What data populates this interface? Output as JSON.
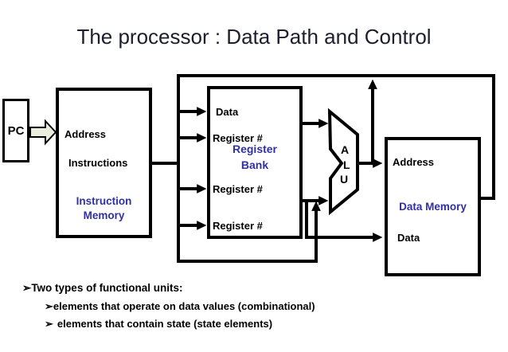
{
  "title": "The processor : Data Path and Control",
  "diagram": {
    "pc": {
      "label": "PC"
    },
    "instruction_memory": {
      "port_address": "Address",
      "port_instructions": "Instructions",
      "name_line1": "Instruction",
      "name_line2": "Memory"
    },
    "register_bank": {
      "port_data": "Data",
      "port_register1": "Register #",
      "name_line1": "Register",
      "name_line2": "Bank",
      "port_register2": "Register #",
      "port_register3": "Register #"
    },
    "alu": {
      "letters": [
        "A",
        "L",
        "U"
      ]
    },
    "data_memory": {
      "port_address": "Address",
      "name": "Data Memory",
      "port_data": "Data"
    }
  },
  "notes": {
    "line1": {
      "bullet": "➢",
      "text": "Two types of functional units:"
    },
    "line2": {
      "bullet": "➢",
      "text": "elements that operate on data values (combinational)"
    },
    "line3": {
      "bullet": "➢",
      "text": "elements that contain state (state elements)"
    }
  },
  "colors": {
    "accent_blue": "#3030a4",
    "title_color": "#1e1e2e",
    "wire_color": "#000000",
    "pc_arrow_fill": "#eaecdc"
  }
}
